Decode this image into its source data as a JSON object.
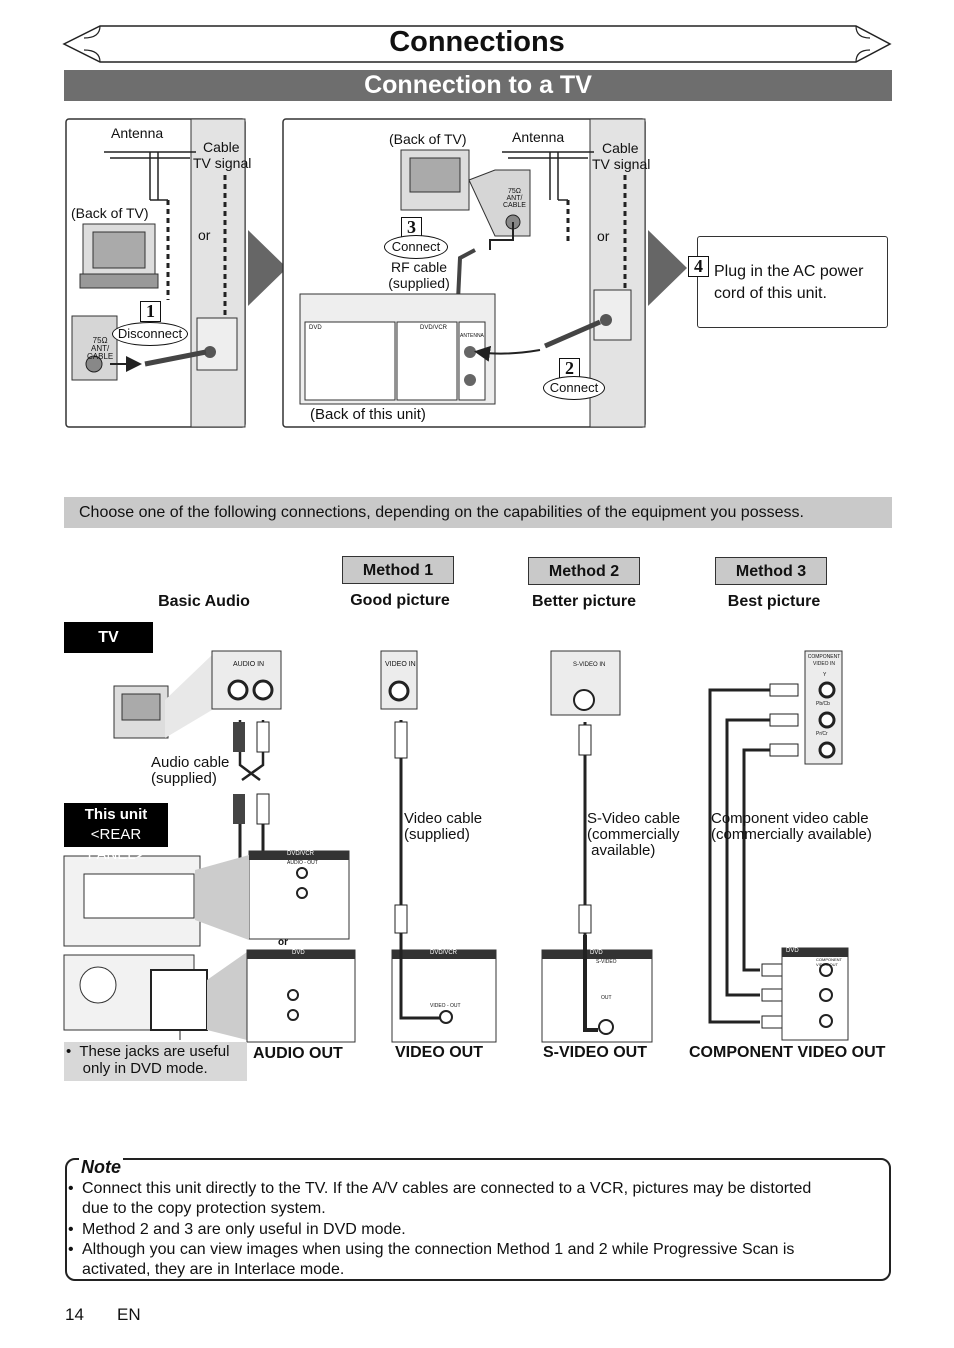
{
  "header": {
    "title": "Connections",
    "section_title": "Connection to a TV"
  },
  "diagram_top": {
    "left_panel": {
      "antenna": "Antenna",
      "cable_tv_signal_1": "Cable",
      "cable_tv_signal_2": "TV signal",
      "back_of_tv": "(Back of TV)",
      "or": "or",
      "step1_number": "1",
      "step1_label": "Disconnect",
      "jack_label_1": "75Ω",
      "jack_label_2": "ANT/",
      "jack_label_3": "CABLE"
    },
    "middle_panel": {
      "back_of_tv": "(Back of TV)",
      "antenna": "Antenna",
      "cable_tv_signal_1": "Cable",
      "cable_tv_signal_2": "TV signal",
      "or": "or",
      "step3_number": "3",
      "step3_label": "Connect",
      "rf_cable_1": "RF cable",
      "rf_cable_2": "(supplied)",
      "step2_number": "2",
      "step2_label": "Connect",
      "back_of_unit": "(Back of this unit)",
      "jack_label_1": "75Ω",
      "jack_label_2": "ANT/",
      "jack_label_3": "CABLE",
      "panel_dvd": "DVD",
      "panel_dvdvcr": "DVD/VCR",
      "panel_antenna": "ANTENNA"
    },
    "step4_number": "4",
    "step4_text_1": "Plug in the AC power",
    "step4_text_2": "cord of this unit."
  },
  "choose_text": "Choose one of the following connections, depending on the capabilities of the equipment you possess.",
  "methods": {
    "basic_audio": "Basic Audio",
    "method1": "Method 1",
    "method1_quality": "Good picture",
    "method2": "Method 2",
    "method2_quality": "Better picture",
    "method3": "Method 3",
    "method3_quality": "Best picture"
  },
  "lower": {
    "tv_label": "TV",
    "this_unit": "This unit",
    "rear_panel": "<REAR PANEL>",
    "audio_in": "AUDIO IN",
    "video_in": "VIDEO IN",
    "svideo_in": "S-VIDEO IN",
    "component_in_1": "COMPONENT",
    "component_in_2": "VIDEO IN",
    "comp_y": "Y",
    "comp_pb": "Pb/Cb",
    "comp_pr": "Pr/Cr",
    "audio_cable_1": "Audio cable",
    "audio_cable_2": "(supplied)",
    "video_cable_1": "Video cable",
    "video_cable_2": "(supplied)",
    "svideo_cable_1": "S-Video cable",
    "svideo_cable_2": "(commercially",
    "svideo_cable_3": "available)",
    "component_cable_1": "Component video cable",
    "component_cable_2": "(commercially available)",
    "or": "or",
    "dvdvcr": "DVD/VCR",
    "dvd": "DVD",
    "audio_out_small": "AUDIO - OUT",
    "video_out_small": "VIDEO - OUT",
    "svideo_small": "S-VIDEO",
    "out_small": "OUT",
    "component_out_small_1": "COMPONENT",
    "component_out_small_2": "VIDEO OUT",
    "jack_note_1": "These jacks are useful",
    "jack_note_2": "only in DVD mode.",
    "audio_out": "AUDIO OUT",
    "video_out": "VIDEO OUT",
    "svideo_out": "S-VIDEO OUT",
    "component_video_out": "COMPONENT VIDEO OUT"
  },
  "note": {
    "title": "Note",
    "items": [
      "Connect this unit directly to the TV. If the A/V cables are connected to a VCR, pictures may be distorted",
      "due to the copy protection system.",
      "Method 2 and 3 are only useful in DVD mode.",
      "Although you can view images when using the connection Method 1 and 2 while Progressive Scan is",
      "activated, they are in Interlace mode."
    ]
  },
  "footer": {
    "page": "14",
    "lang": "EN"
  }
}
